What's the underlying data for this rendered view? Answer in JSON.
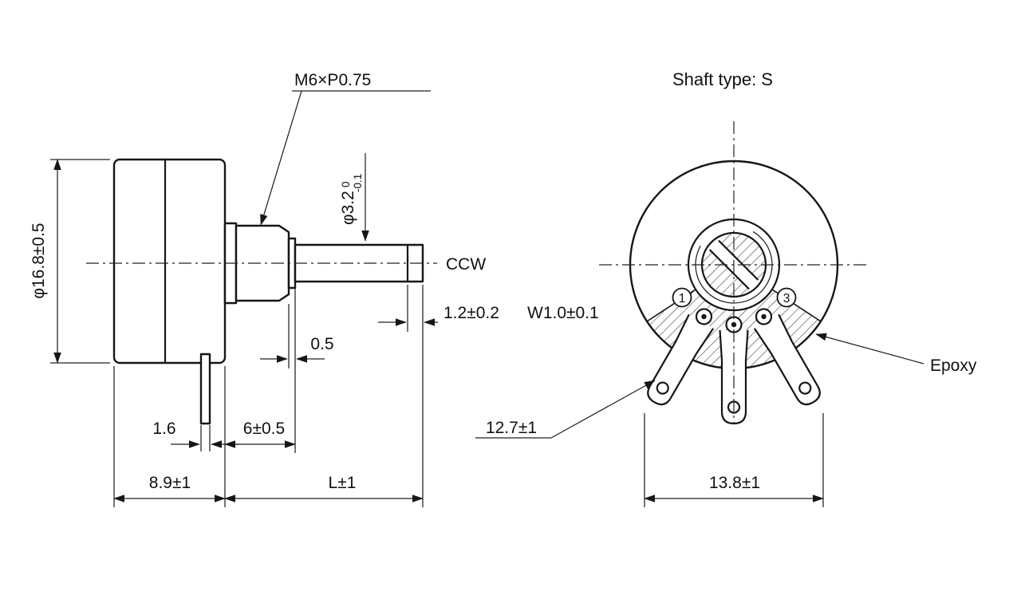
{
  "drawing": {
    "front_view_title": "Shaft type: S",
    "side_view": {
      "thread_spec": "M6×P0.75",
      "shaft_diameter": "φ3.2",
      "shaft_diameter_tol_upper": "0",
      "shaft_diameter_tol_lower": "-0.1",
      "rotation_direction": "CCW",
      "slot_depth": "1.2±0.2",
      "slot_width": "W1.0±0.1",
      "step_length": "0.5",
      "body_diameter": "φ16.8±0.5",
      "pin_thickness": "1.6",
      "bushing_length": "6±0.5",
      "body_length": "8.9±1",
      "shaft_length": "L±1"
    },
    "front_view": {
      "terminal_pitch": "12.7±1",
      "terminal_span": "13.8±1",
      "epoxy_label": "Epoxy",
      "terminal_1": "1",
      "terminal_3": "3"
    }
  }
}
